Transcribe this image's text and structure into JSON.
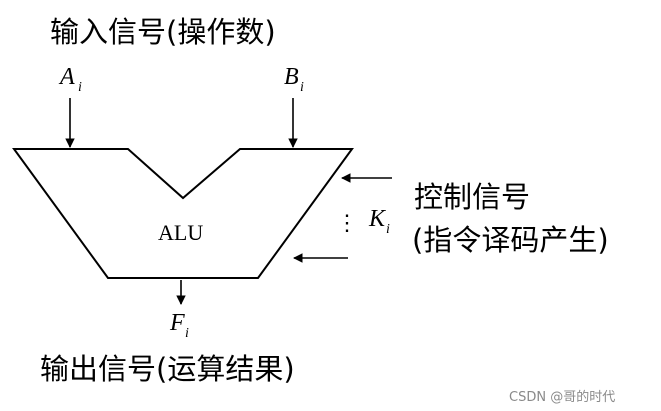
{
  "labels": {
    "input": "输入信号(操作数)",
    "control_line1": "控制信号",
    "control_line2": "(指令译码产生)",
    "output": "输出信号(运算结果)",
    "alu": "ALU",
    "input_a": "A",
    "input_a_sub": "i",
    "input_b": "B",
    "input_b_sub": "i",
    "control_k": "K",
    "control_k_sub": "i",
    "output_f": "F",
    "output_f_sub": "i",
    "vdots": "⋮"
  },
  "watermark": "CSDN @哥的时代"
}
